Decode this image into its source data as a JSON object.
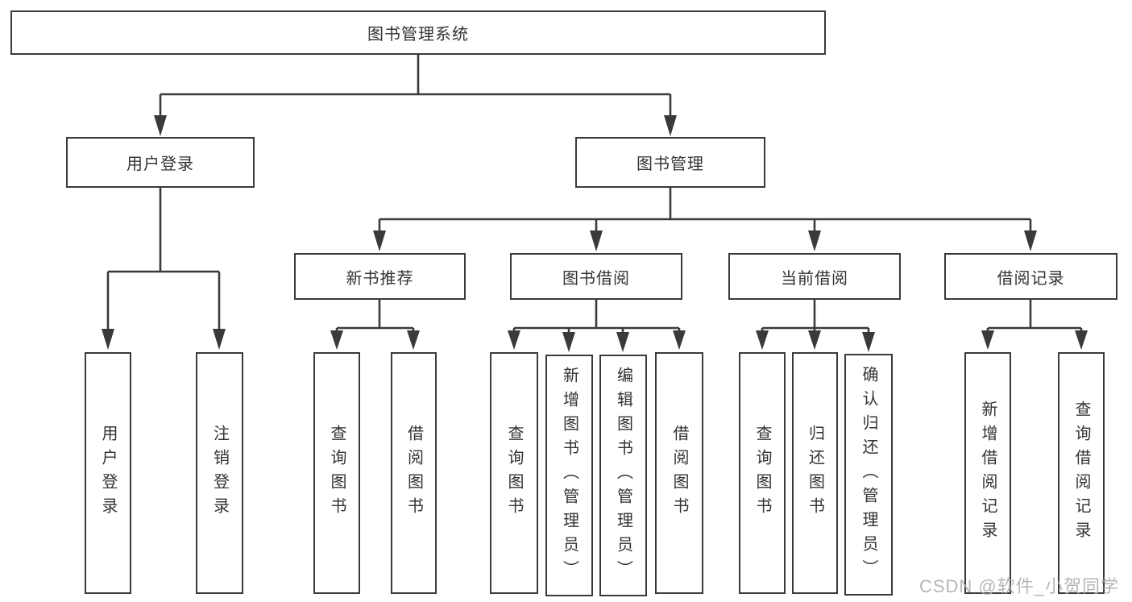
{
  "diagram": {
    "root": {
      "label": "图书管理系统"
    },
    "level2": [
      {
        "id": "user_login",
        "label": "用户登录"
      },
      {
        "id": "book_management",
        "label": "图书管理"
      }
    ],
    "level3": [
      {
        "id": "new_book_recommend",
        "parent": "book_management",
        "label": "新书推荐"
      },
      {
        "id": "book_borrow",
        "parent": "book_management",
        "label": "图书借阅"
      },
      {
        "id": "current_borrow",
        "parent": "book_management",
        "label": "当前借阅"
      },
      {
        "id": "borrow_records",
        "parent": "book_management",
        "label": "借阅记录"
      }
    ],
    "leaves": [
      {
        "group": "user_login",
        "label": "用户登录"
      },
      {
        "group": "user_login",
        "label": "注销登录"
      },
      {
        "group": "new_book_recommend",
        "label": "查询图书"
      },
      {
        "group": "new_book_recommend",
        "label": "借阅图书"
      },
      {
        "group": "book_borrow",
        "label": "查询图书"
      },
      {
        "group": "book_borrow",
        "label": "新增图书（管理员）"
      },
      {
        "group": "book_borrow",
        "label": "编辑图书（管理员）"
      },
      {
        "group": "book_borrow",
        "label": "借阅图书"
      },
      {
        "group": "current_borrow",
        "label": "查询图书"
      },
      {
        "group": "current_borrow",
        "label": "归还图书"
      },
      {
        "group": "current_borrow",
        "label": "确认归还（管理员）"
      },
      {
        "group": "borrow_records",
        "label": "新增借阅记录"
      },
      {
        "group": "borrow_records",
        "label": "查询借阅记录"
      }
    ],
    "colors": {
      "line": "#3a3a3a",
      "text": "#333333",
      "background": "#ffffff",
      "watermark": "#aeaeae"
    }
  },
  "watermark": {
    "text": "CSDN @软件_小贺同学"
  }
}
